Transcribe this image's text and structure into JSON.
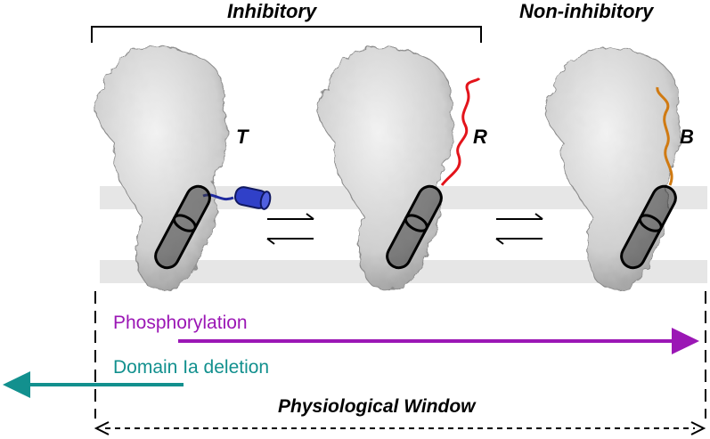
{
  "labels": {
    "inhibitory": "Inhibitory",
    "non_inhibitory": "Non-inhibitory",
    "state_t": "T",
    "state_r": "R",
    "state_b": "B",
    "phosphorylation": "Phosphorylation",
    "domain_deletion": "Domain Ia deletion",
    "physiological_window": "Physiological Window"
  },
  "colors": {
    "membrane": "#e6e6e6",
    "protein": "#d9d9d9",
    "t_segment": "#1f2a9e",
    "r_segment": "#e3141b",
    "b_segment": "#d07a12",
    "phosphorylation": "#9b17b5",
    "domain_deletion": "#12908e"
  }
}
